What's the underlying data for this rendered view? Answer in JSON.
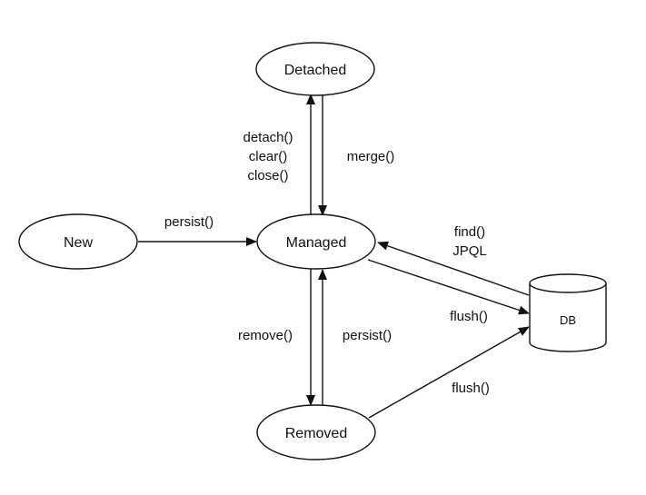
{
  "diagram": {
    "nodes": {
      "detached": "Detached",
      "new": "New",
      "managed": "Managed",
      "removed": "Removed",
      "db": "DB"
    },
    "edges": {
      "persist_new": "persist()",
      "detach": "detach()",
      "clear": "clear()",
      "close": "close()",
      "merge": "merge()",
      "find": "find()",
      "jpql": "JPQL",
      "flush_managed": "flush()",
      "remove": "remove()",
      "persist_removed": "persist()",
      "flush_removed": "flush()"
    }
  }
}
